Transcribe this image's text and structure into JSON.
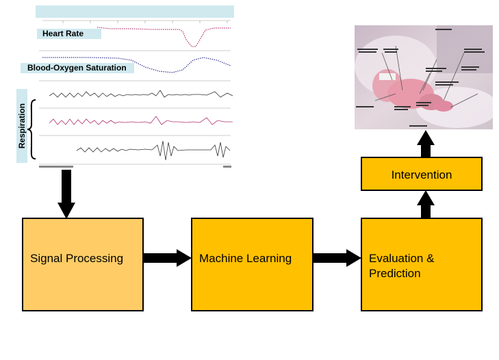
{
  "signals": {
    "heart_rate_label": "Heart Rate",
    "spo2_label": "Blood-Oxygen Saturation",
    "respiration_label": "Respiration"
  },
  "boxes": {
    "signal_processing": "Signal Processing",
    "machine_learning": "Machine Learning",
    "evaluation_line1": "Evaluation &",
    "evaluation_line2": "Prediction",
    "intervention": "Intervention"
  },
  "colors": {
    "signal_box": "#ffcc66",
    "process_box": "#ffc000",
    "label_band": "#cfe9ef"
  }
}
